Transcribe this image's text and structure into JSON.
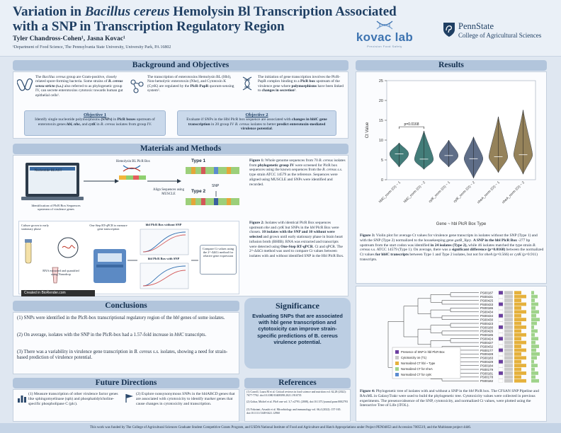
{
  "header": {
    "title_part1": "Variation in ",
    "title_italic": "Bacillus cereus",
    "title_part2": " Hemolysin Bl Transcription Associated with a SNP in Transcription Regulatory Region",
    "authors": "Tyler Chandross-Cohen¹, Jasna Kovac¹",
    "affiliation": "¹Department of Food Science, The Pennsylvania State University, University Park, PA 16802",
    "lab_logo": {
      "word": "kovac lab",
      "tagline": "Precision Food Safety"
    },
    "university_logo": {
      "name": "PennState",
      "college": "College of Agricultural Sciences"
    }
  },
  "sections": {
    "background": "Background and Objectives",
    "methods": "Materials and Methods",
    "conclusions": "Conclusions",
    "future": "Future Directions",
    "results": "Results",
    "significance": "Significance",
    "references": "References"
  },
  "background": {
    "col1": {
      "a": "The ",
      "b": "Bacillus cereus",
      "c": " group are Gram-positive, closely related spore-forming bacteria. Some strains of ",
      "d": "B. cereus sensu stricto (s.s.)",
      "e": " also referred to as phylogenetic group IV, can secrete enterotoxins cytotoxic towards human gut epithelial cells¹."
    },
    "col2": {
      "a": "The transcription of enterotoxins Hemolysin BL (Hbl), Non-hemolytic enterotoxin (Nhe), and Cytotoxin K (CytK) are regulated by the ",
      "b": "PlcR-PapR",
      "c": " quorum-sensing system²."
    },
    "col3": {
      "a": "The initiation of gene transcription involves the PlcR-PapR complex binding to a ",
      "b": "PlcR box",
      "c": " upstream of the virulence gene where ",
      "d": "polymorphisms",
      "e": " have been linked to ",
      "f": "changes in secretion",
      "g": "³."
    },
    "objective1": {
      "title": "Objective 1",
      "a": "Identify single nucleotide polymorphisms ",
      "b": "(SNPs)",
      "c": " in ",
      "d": "PlcR boxes",
      "e": " upstream of enterotoxin genes ",
      "f": "hbl, nhe,",
      "g": " and ",
      "h": "cytK",
      "i": " in ",
      "j": "B. cereus",
      "k": " isolates from group IV."
    },
    "objective2": {
      "title": "Objective 2",
      "a": "Evaluate if SNPs in the Hbl PlcR box sequence are associated with ",
      "b": "changes in hblC gene transcription",
      "c": " in 20 group IV ",
      "d": "B. cereus",
      "e": " isolates to better ",
      "f": "predict enterotoxin-mediated virulence potential",
      "g": "."
    }
  },
  "methods": {
    "fig1_labels": {
      "search": "Nucleotide BLAST",
      "step1": "Identification of PlcR Box Sequences upstream of virulence genes",
      "ref": "Hemolysin BL PlcR Box",
      "step2": "Align Sequences using MUSCLE",
      "type1": "Type 1",
      "type2": "Type 2",
      "snp": "SNP"
    },
    "fig1_caption": {
      "a": "Figure 1:",
      "b": " Whole genome sequences from 70 ",
      "c": "B. cereus",
      "d": " isolates from ",
      "e": "phylogenetic group IV",
      "f": " were screened for PlcR box sequences using the known sequences from the ",
      "g": "B. cereus s.s.",
      "h": " type strain ATCC 14579 as the reference. Sequences were aligned using MUSCLE and SNPs were identified and recorded."
    },
    "fig2_labels": {
      "culture": "Culture grown to early stationary phase",
      "extract": "RNA extracted and quantified using Nanodrop",
      "qpcr": "One Step RT-qPCR to measure gene transcription",
      "without": "hbl PlcR Box without SNP",
      "with": "hbl PlcR Box with SNP",
      "compare": "Compare Ct values using the 2^-ΔΔCt method for relative gene expression",
      "credit": "Created in BioRender.com"
    },
    "fig2_caption": {
      "a": "Figure 2:",
      "b": " Isolates with identical PlcR Box sequences upstream ",
      "c": "nhe",
      "d": " and ",
      "e": "cytK",
      "f": " but SNPs in the ",
      "g": "hbl",
      "h": " PlcR Box were chosen. ",
      "i": "10 isolates with the SNP and 10 without were selected",
      "j": " and grown until early stationary phase in brain heart infusion broth (BHIB). RNA was extracted and transcripts were detected using ",
      "k": "One-Step RT-qPCR",
      "l": ". Ct and qPCR. The 2^-ΔΔCt method was used to compare Ct values between isolates with and without identified SNP in the Hbl PlcR Box."
    }
  },
  "conclusions": [
    {
      "a": "SNPs were identified in the PlcR-box transcriptional regulatory region of the ",
      "b": "hbl",
      "c": " genes of some isolates."
    },
    {
      "a": "On average, isolates with the SNP in the PlcR-box had a 1.57-fold increase in ",
      "b": "hblC",
      "c": " transcripts."
    },
    {
      "a": "There was a variability in virulence gene transcription in ",
      "b": "B. cereus s.s.",
      "c": " isolates, showing a need for strain-based prediction of virulence potential."
    }
  ],
  "significance_text": "Evaluating SNPs that are associated with hbl gene transcription and cytotoxicity can improve strain-specific predictions of B. cereus virulence potential.",
  "future": [
    "(1) Measure transcription of other virulence factor genes like sphingomyelinase (sph) and phosphatidylcholine-specific phospholipase C (plc).",
    "(2) Explore nonsynonymous SNPs in the hblABCD genes that are associated with cytotoxicity to identify marker genes that cause changes in cytotoxicity and transcription."
  ],
  "references": [
    "(1) Carroll, Laura M et al.  Critical reviews in food science and nutrition vol. 62,28 (2022): 7677-7702. doi:10.1080/10408398.2021.1916735",
    "(2) Gohar, Michel et al. PloS one vol. 3,7 e2793. (2008), doi:10.1371/journal.pone.0002793",
    "(3) Yokotani, Atsushi et al.  Microbiology and immunology vol. 66,4 (2022): 157-165. doi:10.1111/1348-0421.12960"
  ],
  "footer": "This work was funded by The College of Agricultural Sciences Graduate Student Competitive Grants Program, and USDA National Institute of Food and Agriculture and Hatch Appropriations under Project PEN04853 and Accession 7005519, and the Multistate project 4446.",
  "chart_data": {
    "type": "violin",
    "ylabel": "Ct Value",
    "xlabel": "Gene ~ hbl PlcR Box Type",
    "ylim": [
      0,
      25
    ],
    "yticks": [
      0,
      5,
      10,
      15,
      20,
      25
    ],
    "categories": [
      "hblC_norm (Ct) ~ 1",
      "hblC_norm (Ct) ~ 2",
      "cytK_norm (Ct) ~ 1",
      "cytK_norm (Ct) ~ 2",
      "nheA_norm (Ct) ~ 1",
      "nheA_norm (Ct) ~ 2"
    ],
    "medians": [
      6.5,
      5.2,
      6.1,
      5.3,
      5.8,
      6.3
    ],
    "ranges": [
      [
        3.2,
        9.3
      ],
      [
        2.6,
        12.3
      ],
      [
        3.2,
        10.0
      ],
      [
        0.4,
        10.8
      ],
      [
        1.8,
        15.9
      ],
      [
        1.4,
        17.6
      ]
    ],
    "colors": [
      "#2f6f6b",
      "#2f6f6b",
      "#4e5f7c",
      "#4e5f7c",
      "#8a7549",
      "#8a7549"
    ],
    "annotation": {
      "label": "p=0.0168",
      "between": [
        0,
        1
      ]
    },
    "fig3_caption": {
      "a": "Figure 3:",
      "b": " Violin plot for average Ct values for virulence gene transcripts in isolates without the SNP (Type 1) and with the SNP (Type 2) normalized to the housekeeping gene ",
      "c": "gatB_Yqey",
      "d": ". ",
      "e": "A SNP in the hbl PlcR Box",
      "f": " -277 bp upstream from the start codon was identified ",
      "g": "in 24 isolates (Type 2),",
      "h": " while 46 isolates matched the type strain ",
      "i": "B. cereus",
      "j": " s.s. ATCC 14579 (Type 1). On average, there was a ",
      "k": "significant difference (p=0.0168)",
      "l": " between the normalized Ct values ",
      "m": "for hblC transcripts",
      "n": " between Type 1 and Type 2 isolates, but not for ",
      "o": "nheA",
      "p": " (p=0.566) or ",
      "q": "cytK",
      "r": " (p=0.911) transcripts."
    }
  },
  "tree": {
    "leaves": [
      "PS00187",
      "PS00431",
      "PS00425",
      "PS00433",
      "PS00186",
      "PS00434",
      "PS00434",
      "PS00430",
      "PS00423",
      "PS00180",
      "PS00426",
      "PS00185",
      "PS00424",
      "PS00427",
      "PS00432",
      "PS00177",
      "PS00428",
      "PS00183",
      "PS00429",
      "PS00184",
      "PS00179",
      "PS00181",
      "PS00178",
      "PS00182"
    ],
    "legend": [
      "Presence of SNP in hbl PlcR Box",
      "Cytotoxicity on (T1)",
      "Normalized CT hbl ~ Type",
      "Normalized CT for nheA",
      "Normalized CT for cytK"
    ],
    "fig4_caption": {
      "a": "Figure 4:",
      "b": " Phylogenetic tree of isolates with and without a SNP in the ",
      "c": "hbl",
      "d": " PlcR box. The CFSAN SNP Pipeline and RAxML in GalaxyTrakr were used to build the phylogenetic tree. Cytotoxicity values were collected in previous experiments. The presence/absence of the SNP, cytotoxicity, and normalized Ct values, were plotted using the Interactive Tree of Life (iTOL)."
    }
  }
}
